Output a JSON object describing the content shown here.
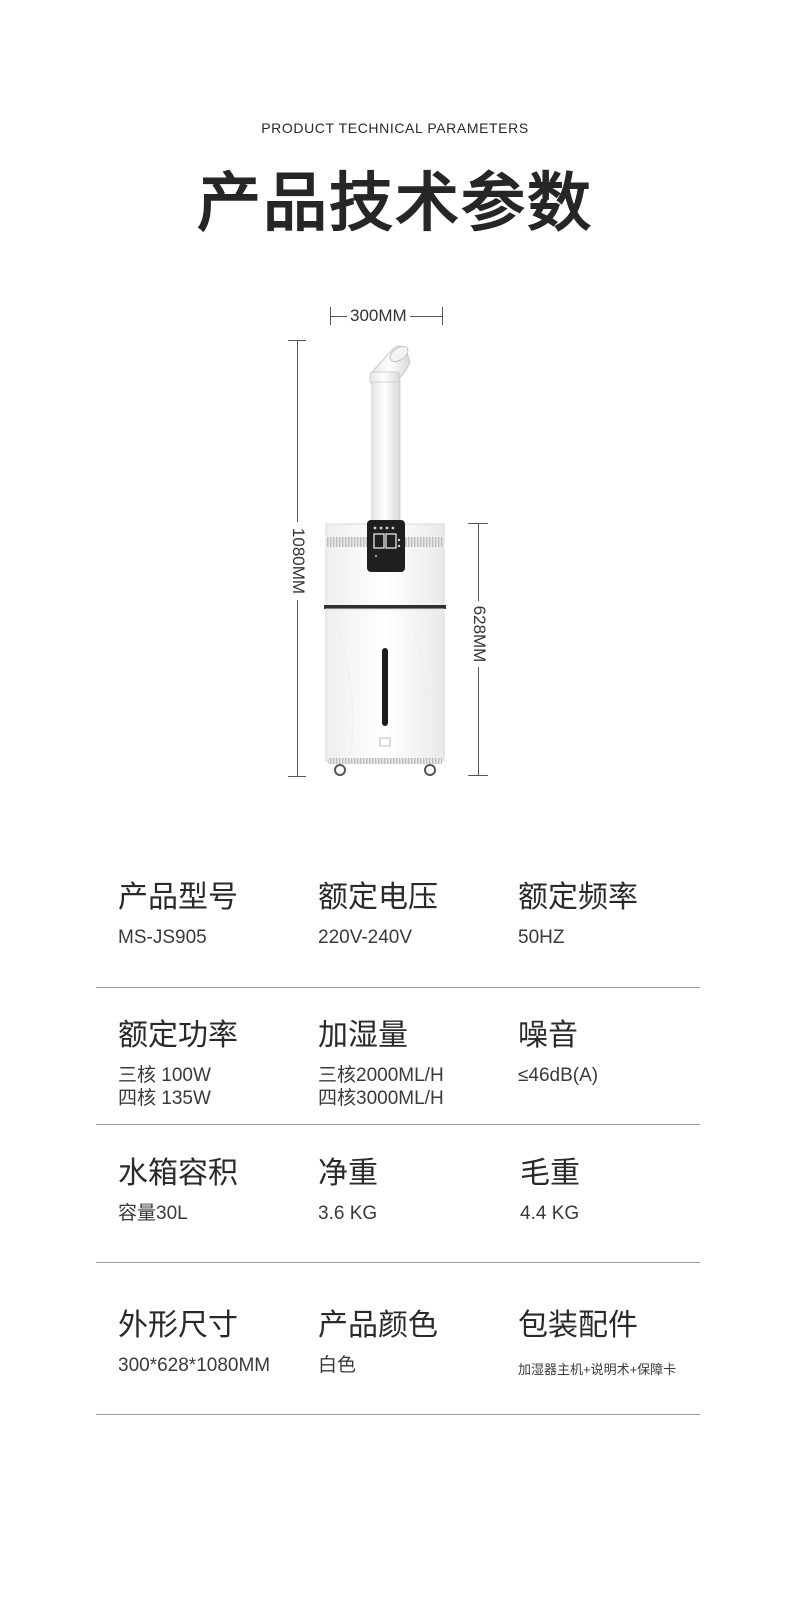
{
  "header": {
    "subtitle": "PRODUCT TECHNICAL PARAMETERS",
    "title": "产品技术参数"
  },
  "dimensions": {
    "width_label": "300MM",
    "height_label": "1080MM",
    "body_height_label": "628MM"
  },
  "product": {
    "icon": "humidifier-illustration",
    "color": "#ffffff",
    "panel_color": "#222222"
  },
  "specs": [
    [
      {
        "label": "产品型号",
        "value": [
          "MS-JS905"
        ]
      },
      {
        "label": "额定电压",
        "value": [
          "220V-240V"
        ]
      },
      {
        "label": "额定频率",
        "value": [
          "50HZ"
        ]
      }
    ],
    [
      {
        "label": "额定功率",
        "value": [
          "三核 100W",
          "四核 135W"
        ]
      },
      {
        "label": "加湿量",
        "value": [
          "三核2000ML/H",
          "四核3000ML/H"
        ]
      },
      {
        "label": "噪音",
        "value": [
          "≤46dB(A)"
        ]
      }
    ],
    [
      {
        "label": "水箱容积",
        "value": [
          "容量30L"
        ]
      },
      {
        "label": "净重",
        "value": [
          "3.6 KG"
        ]
      },
      {
        "label": "毛重",
        "value": [
          "4.4 KG"
        ]
      }
    ],
    [
      {
        "label": "外形尺寸",
        "value": [
          "300*628*1080MM"
        ]
      },
      {
        "label": "产品颜色",
        "value": [
          "白色"
        ]
      },
      {
        "label": "包装配件",
        "value": [
          "加湿器主机+说明术+保障卡"
        ]
      }
    ]
  ]
}
